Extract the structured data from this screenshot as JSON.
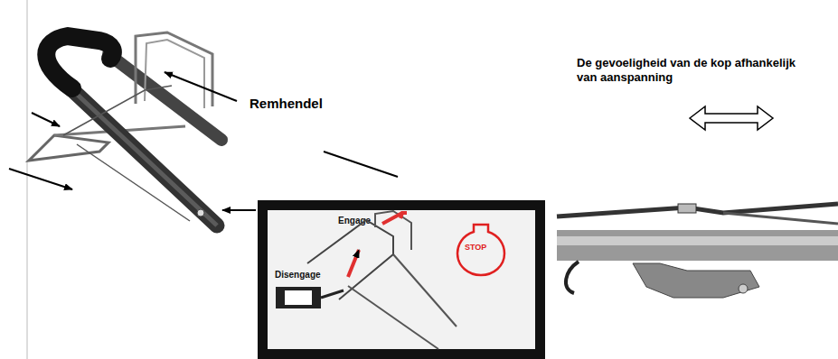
{
  "diagram": {
    "nodes": [
      {
        "text": [
          "Engage",
          "Disengage"
        ]
      },
      {
        "text": [
          "STOP"
        ],
        "in": 0
      }
    ],
    "labels": [
      "Remhendel",
      "De gevoeligheid van de kop afhankelijk van aanspanning"
    ]
  }
}
